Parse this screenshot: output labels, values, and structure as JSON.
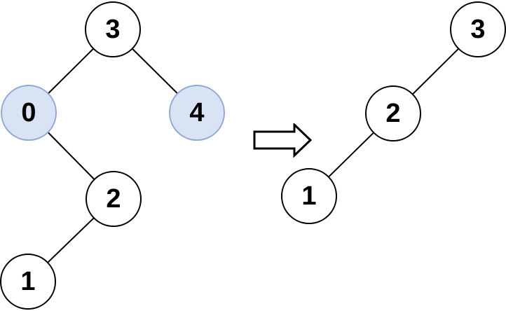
{
  "diagram": {
    "type": "binary-tree-transformation",
    "input_tree": {
      "name": "input-tree",
      "nodes": [
        {
          "value": "3",
          "highlighted": false
        },
        {
          "value": "0",
          "highlighted": true
        },
        {
          "value": "4",
          "highlighted": true
        },
        {
          "value": "2",
          "highlighted": false
        },
        {
          "value": "1",
          "highlighted": false
        }
      ],
      "edges": [
        [
          "3",
          "0"
        ],
        [
          "3",
          "4"
        ],
        [
          "0",
          "2"
        ],
        [
          "2",
          "1"
        ]
      ]
    },
    "output_tree": {
      "name": "output-tree",
      "nodes": [
        {
          "value": "3",
          "highlighted": false
        },
        {
          "value": "2",
          "highlighted": false
        },
        {
          "value": "1",
          "highlighted": false
        }
      ],
      "edges": [
        [
          "3",
          "2"
        ],
        [
          "2",
          "1"
        ]
      ]
    },
    "arrow": "right-arrow",
    "colors": {
      "highlight_fill": "#DAE3F3",
      "highlight_border": "#8EAADB",
      "node_fill": "#FFFFFF",
      "node_border": "#000000",
      "edge": "#000000",
      "text": "#000000"
    }
  }
}
